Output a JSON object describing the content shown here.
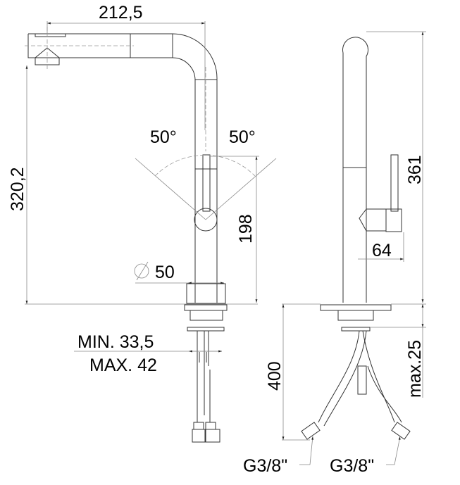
{
  "dimensions": {
    "spout_reach": "212,5",
    "angle_left": "50°",
    "angle_right": "50°",
    "total_height": "320,2",
    "handle_height": "198",
    "base_diameter": "50",
    "min_thickness": "MIN. 33,5",
    "max_thickness": "MAX. 42",
    "side_height": "361",
    "handle_depth": "64",
    "hose_length": "400",
    "max_counter": "max.25",
    "connection_left": "G3/8\"",
    "connection_right": "G3/8\""
  }
}
